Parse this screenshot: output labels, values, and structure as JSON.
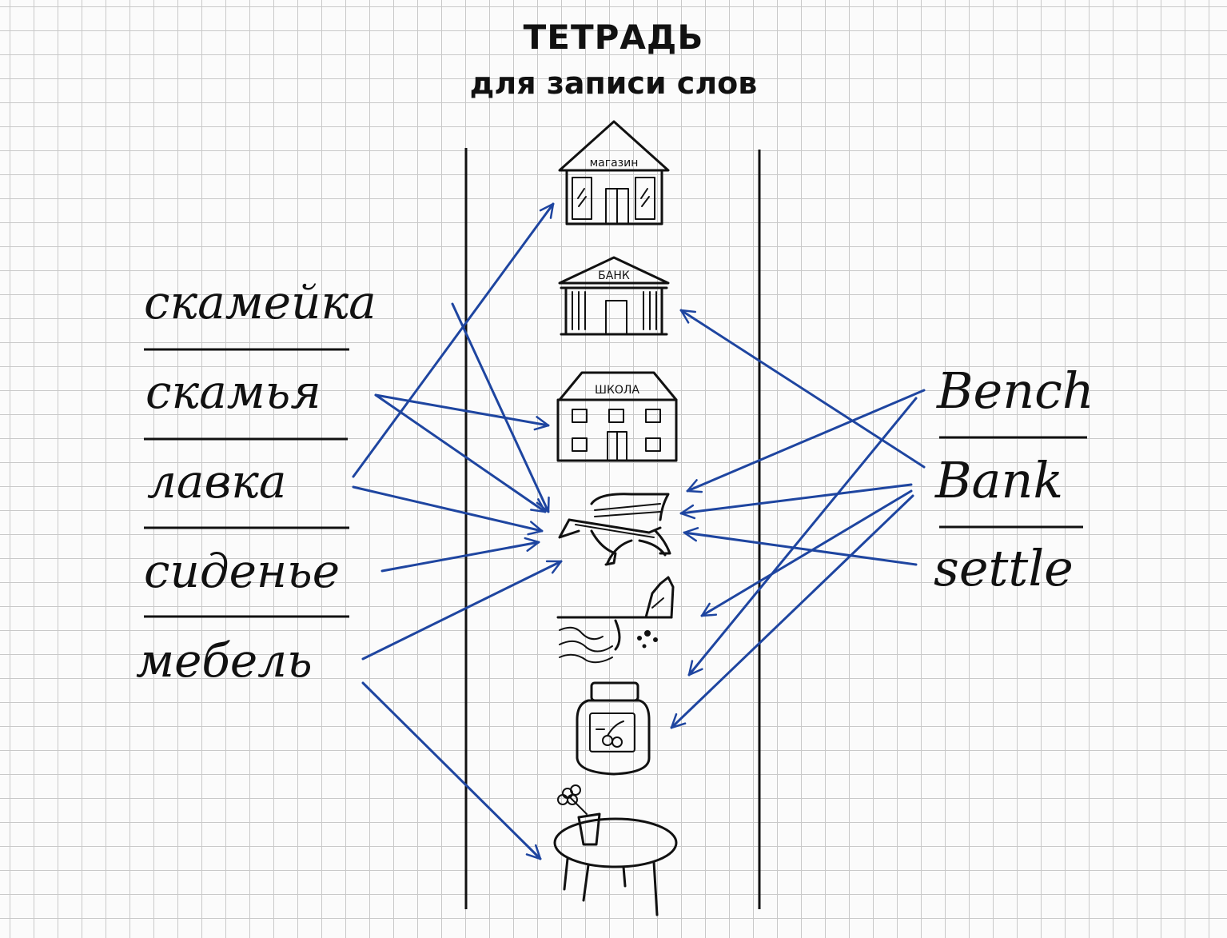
{
  "title": {
    "main": "ТЕТРАДЬ",
    "sub": "для записи слов"
  },
  "russian_words": [
    "скамейка",
    "скамья",
    "лавка",
    "сиденье",
    "мебель"
  ],
  "english_words": [
    "Bench",
    "Bank",
    "settle"
  ],
  "pictures": [
    {
      "name": "shop-building-icon",
      "sign": "магазин"
    },
    {
      "name": "bank-building-icon",
      "sign": "БАНК"
    },
    {
      "name": "school-building-icon",
      "sign": "ШКОЛА"
    },
    {
      "name": "bench-icon"
    },
    {
      "name": "riverbank-icon"
    },
    {
      "name": "jar-icon"
    },
    {
      "name": "table-icon"
    }
  ],
  "colors": {
    "arrows": "#1e45a0",
    "ink": "#111111",
    "grid": "#c9c9c9"
  }
}
